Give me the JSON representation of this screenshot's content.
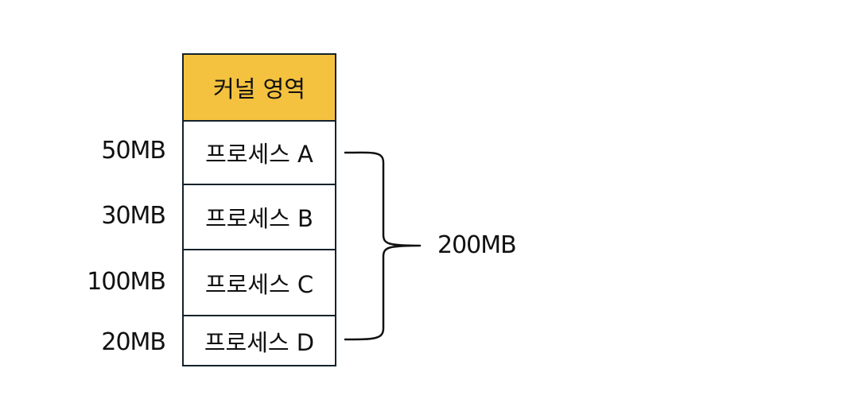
{
  "memory": {
    "kernel_label": "커널 영역",
    "processes": [
      {
        "label": "프로세스 A",
        "size": "50MB"
      },
      {
        "label": "프로세스 B",
        "size": "30MB"
      },
      {
        "label": "프로세스 C",
        "size": "100MB"
      },
      {
        "label": "프로세스 D",
        "size": "20MB"
      }
    ]
  },
  "total": "200MB",
  "colors": {
    "kernel_fill": "#f5c23f",
    "border": "#13222b"
  }
}
